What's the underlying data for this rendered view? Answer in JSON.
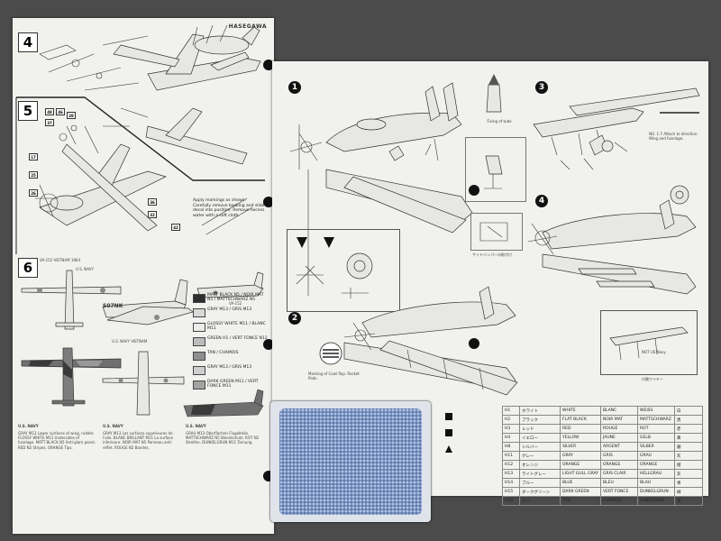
{
  "left_sheet": {
    "brand": "HASEGAWA",
    "steps": [
      "4",
      "5",
      "6"
    ],
    "instructions_text": "Apply markings as shown. Carefully remove backing and slide decal into position. Remove excess water with a soft cloth.",
    "profile_labels": {
      "navy_upper": "U.S. NAVY",
      "navy_vietnam": "U.S. NAVY VIETNAM",
      "aircraft_code": "S07NK",
      "aircraft_code_2": "VA-152",
      "upper_note": "VA-152 VIETNAM 1964"
    },
    "swatches": [
      {
        "color": "#2e2e2e",
        "label": "MATT BLACK N5 / NOIR MAT N5 / MATTSCHWARZ N5"
      },
      {
        "color": "#d9d9d9",
        "label": "GRAY M13 / GRIS M13"
      },
      {
        "color": "#ececec",
        "label": "GLOSSY WHITE M11 / BLANC M11"
      },
      {
        "color": "#bdbdbd",
        "label": "GREEN H1 / VERT FONCE N12"
      },
      {
        "color": "#8f8f8f",
        "label": "TAN / CHAMOIS"
      },
      {
        "color": "#cfcfcf",
        "label": "GRAY M13 / GRIS M13"
      },
      {
        "color": "#a3a3a3",
        "label": "DARK GREEN M11 / VERT FONCE M11"
      }
    ],
    "col_headers": [
      "U.S. NAVY",
      "U.S. NAVY",
      "U.S. NAVY"
    ],
    "col_1_text": "GRAY M13 Lower surfaces of wing, rudder. FLOSSY WHITE M11 Undersides of fuselage. MATT BLACK N5 Anti-glare panel. RED N2 Stripes. ORANGE Tips.",
    "col_2_text": "GRAY M13 Les surfaces superieures de l'aile. BLANC BRILLANT M11 La surface inferieure. NOIR MAT N5 Panneau anti-reflet. ROUGE N2 Bandes.",
    "col_3_text": "GRAU M13 Oberflachen Flugelteile. MATTSCHWARZ N5 Blendschutz. ROT N2 Streifen. DUNKELGRUN M11 Tarnung."
  },
  "right_sheet": {
    "steps": [
      "1",
      "2",
      "3",
      "4"
    ],
    "callouts": {
      "direction": "Fixing of tube",
      "note_upper_right": "NO. 1-7 Attach to direction. Wing and fuselage.",
      "note_step2": "Marking of Cowl flap. Rocket Pods.",
      "note_lower_right": "NOT US Navy",
      "jp_note_1": "サイドバンパーの取付け",
      "jp_note_2": "付属ワイヤー"
    },
    "color_table": [
      [
        "H1",
        "ホワイト",
        "WHITE",
        "BLANC",
        "WEISS",
        "白"
      ],
      [
        "H2",
        "ブラック",
        "FLAT BLACK",
        "NOIR MAT",
        "MATTSCHWARZ",
        "黒"
      ],
      [
        "H3",
        "レッド",
        "RED",
        "ROUGE",
        "ROT",
        "赤"
      ],
      [
        "H4",
        "イエロー",
        "YELLOW",
        "JAUNE",
        "GELB",
        "黄"
      ],
      [
        "H8",
        "シルバー",
        "SILVER",
        "ARGENT",
        "SILBER",
        "銀"
      ],
      [
        "H11",
        "グレー",
        "GRAY",
        "GRIS",
        "GRAU",
        "灰"
      ],
      [
        "H12",
        "オレンジ",
        "ORANGE",
        "ORANGE",
        "ORANGE",
        "橙"
      ],
      [
        "H13",
        "ライトグレー",
        "LIGHT GULL GRAY",
        "GRIS CLAIR",
        "HELLGRAU",
        "灰"
      ],
      [
        "H14",
        "ブルー",
        "BLUE",
        "BLEU",
        "BLAU",
        "青"
      ],
      [
        "H15",
        "ダークグリーン",
        "DARK GREEN",
        "VERT FONCE",
        "DUNKELGRUN",
        "緑"
      ],
      [
        "H16",
        "タン",
        "TAN",
        "CHAMOIS",
        "SANDFARBE",
        "茶"
      ]
    ]
  },
  "decal": {
    "color_main": "#7d95c2"
  }
}
